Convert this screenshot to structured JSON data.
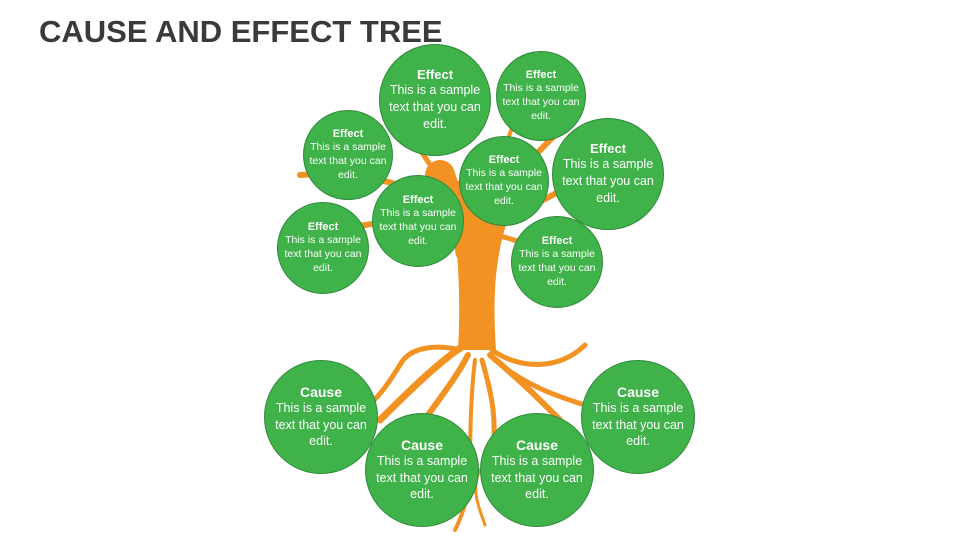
{
  "title": "CAUSE AND EFFECT TREE",
  "colors": {
    "circle": "#3fb24a",
    "tree": "#f29222",
    "title": "#3a3a3a"
  },
  "effects": [
    {
      "heading": "Effect",
      "text": "This is a sample text that you can edit."
    },
    {
      "heading": "Effect",
      "text": "This is a sample text that you can edit."
    },
    {
      "heading": "Effect",
      "text": "This is a sample text that you can edit."
    },
    {
      "heading": "Effect",
      "text": "This is a sample text that you can edit."
    },
    {
      "heading": "Effect",
      "text": "This is a sample text that you can edit."
    },
    {
      "heading": "Effect",
      "text": "This is a sample text that you can edit."
    },
    {
      "heading": "Effect",
      "text": "This is a sample text that you can edit."
    },
    {
      "heading": "Effect",
      "text": "This is a sample text that you can edit."
    }
  ],
  "causes": [
    {
      "heading": "Cause",
      "text": "This is a sample text that you can edit."
    },
    {
      "heading": "Cause",
      "text": "This is a sample text that you can edit."
    },
    {
      "heading": "Cause",
      "text": "This is a sample text that you can edit."
    },
    {
      "heading": "Cause",
      "text": "This is a sample text that you can edit."
    }
  ]
}
